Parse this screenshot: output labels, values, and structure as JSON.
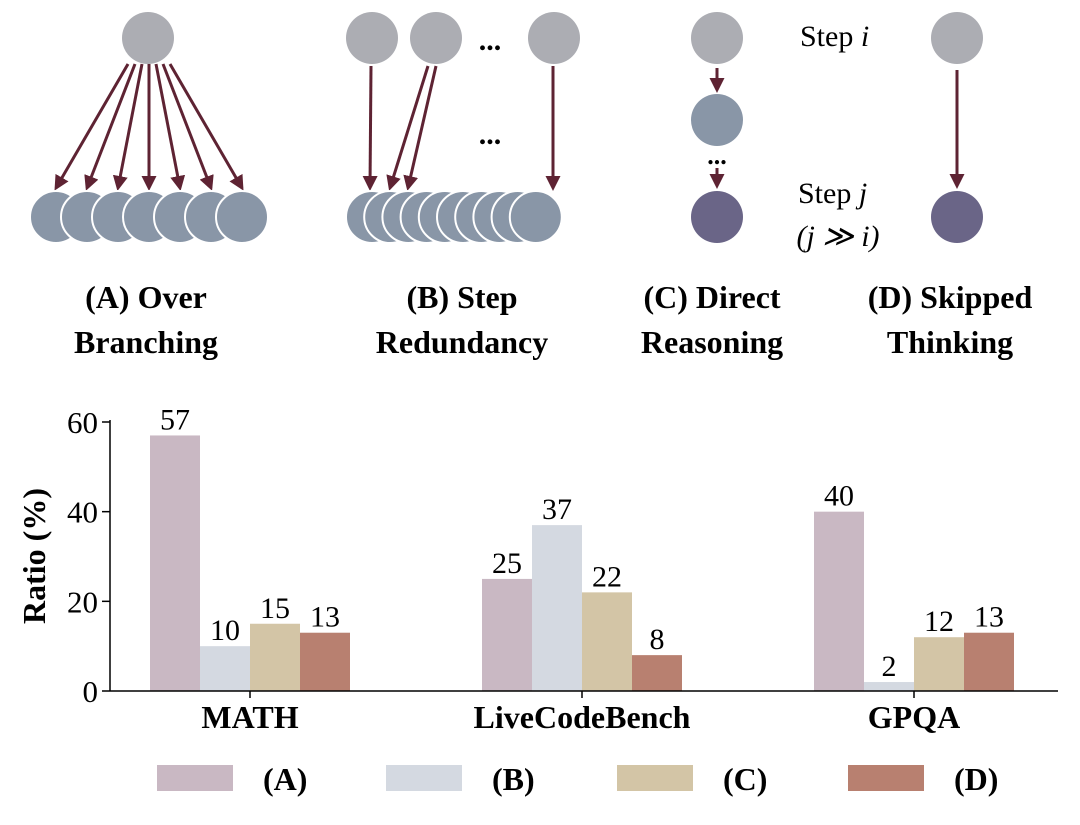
{
  "diagram": {
    "panels": [
      {
        "title_line1": "(A) Over",
        "title_line2": "Branching"
      },
      {
        "title_line1": "(B) Step",
        "title_line2": "Redundancy"
      },
      {
        "title_line1": "(C) Direct",
        "title_line2": "Reasoning"
      },
      {
        "title_line1": "(D) Skipped",
        "title_line2": "Thinking"
      }
    ],
    "ellipsis": "...",
    "vertical_ellipsis": "⋮",
    "step_i_prefix": "Step ",
    "step_i_var": "i",
    "step_j_prefix": "Step ",
    "step_j_var": "j",
    "condition": "(j ≫ i)",
    "colors": {
      "node_light": "#acadb3",
      "node_mid": "#8996a7",
      "node_dark": "#6a6587",
      "arrow": "#5e2333"
    }
  },
  "chart_data": {
    "type": "bar",
    "categories": [
      "MATH",
      "LiveCodeBench",
      "GPQA"
    ],
    "series": [
      {
        "name": "(A)",
        "values": [
          57,
          25,
          40
        ],
        "color": "#c9b8c3"
      },
      {
        "name": "(B)",
        "values": [
          10,
          37,
          2
        ],
        "color": "#d4d9e1"
      },
      {
        "name": "(C)",
        "values": [
          15,
          22,
          12
        ],
        "color": "#d3c5a6"
      },
      {
        "name": "(D)",
        "values": [
          13,
          8,
          13
        ],
        "color": "#b88070"
      }
    ],
    "xlabel": "",
    "ylabel": "Ratio (%)",
    "ylim": [
      0,
      60
    ],
    "yticks": [
      0,
      20,
      40,
      60
    ],
    "grid": false,
    "legend_position": "bottom"
  }
}
